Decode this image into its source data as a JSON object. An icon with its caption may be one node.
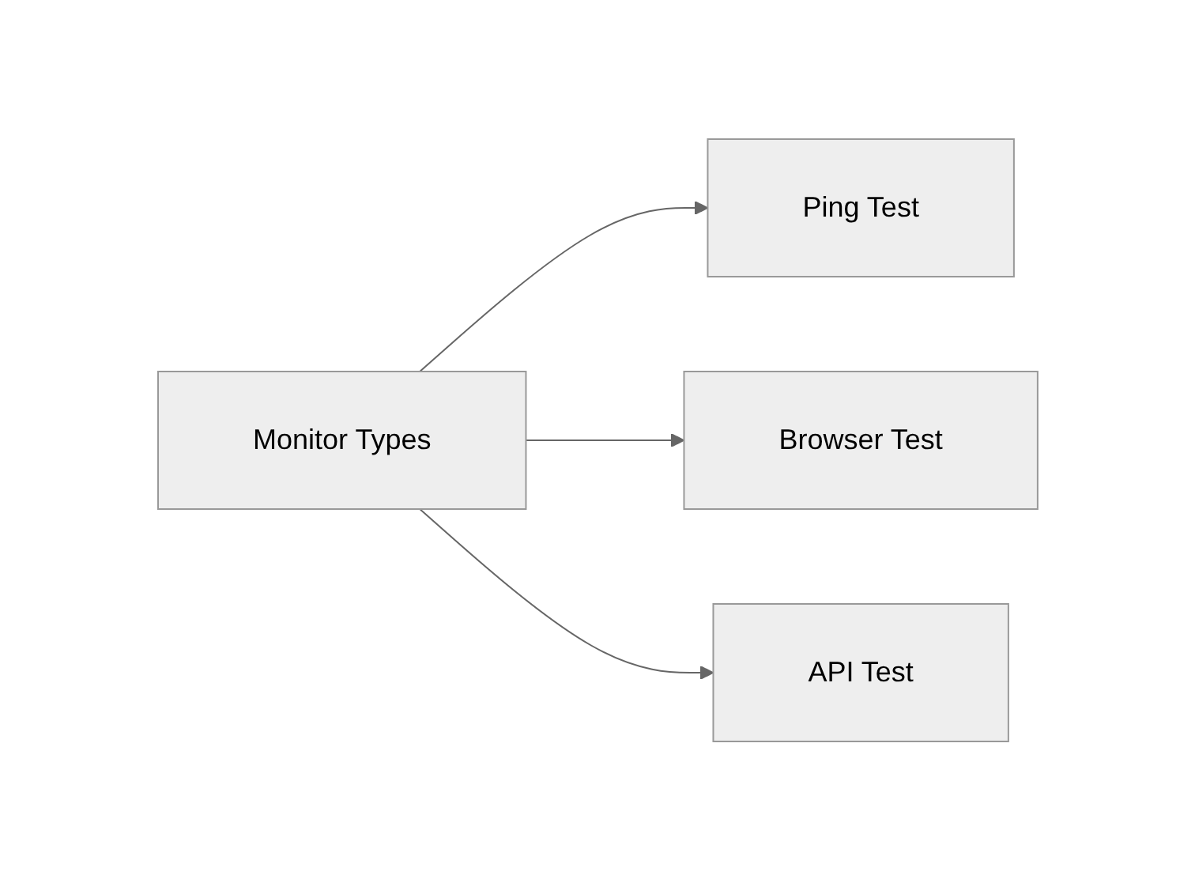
{
  "diagram": {
    "nodes": [
      {
        "text": [
          "Monitor Types"
        ]
      },
      {
        "text": [
          "Ping Test"
        ]
      },
      {
        "text": [
          "Browser Test"
        ]
      },
      {
        "text": [
          "API Test"
        ]
      }
    ],
    "edges": [
      {
        "from": 0,
        "to": 1,
        "arrow": "to"
      },
      {
        "from": 0,
        "to": 2,
        "arrow": "to"
      },
      {
        "from": 0,
        "to": 3,
        "arrow": "to"
      }
    ]
  }
}
